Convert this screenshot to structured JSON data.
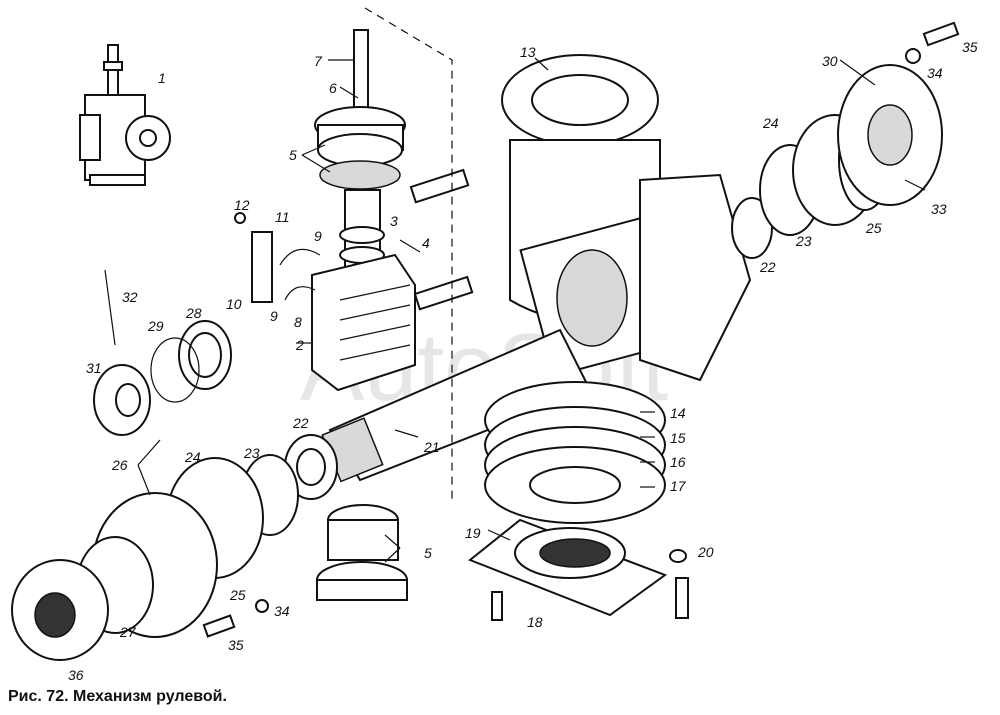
{
  "figure": {
    "caption_number": "Рис. 72.",
    "caption_title": "Механизм рулевой."
  },
  "watermark": "AutoSoft",
  "callouts": {
    "c1": "1",
    "c2": "2",
    "c3": "3",
    "c4": "4",
    "c5a": "5",
    "c5b": "5",
    "c6": "6",
    "c7": "7",
    "c8": "8",
    "c9a": "9",
    "c9b": "9",
    "c10": "10",
    "c11": "11",
    "c12": "12",
    "c13": "13",
    "c14": "14",
    "c15": "15",
    "c16": "16",
    "c17": "17",
    "c18": "18",
    "c19": "19",
    "c20": "20",
    "c21": "21",
    "c22a": "22",
    "c22b": "22",
    "c23a": "23",
    "c23b": "23",
    "c24a": "24",
    "c24b": "24",
    "c25a": "25",
    "c25b": "25",
    "c26": "26",
    "c27": "27",
    "c28": "28",
    "c29": "29",
    "c30": "30",
    "c31": "31",
    "c32": "32",
    "c33": "33",
    "c34a": "34",
    "c34b": "34",
    "c35a": "35",
    "c35b": "35",
    "c36": "36"
  }
}
